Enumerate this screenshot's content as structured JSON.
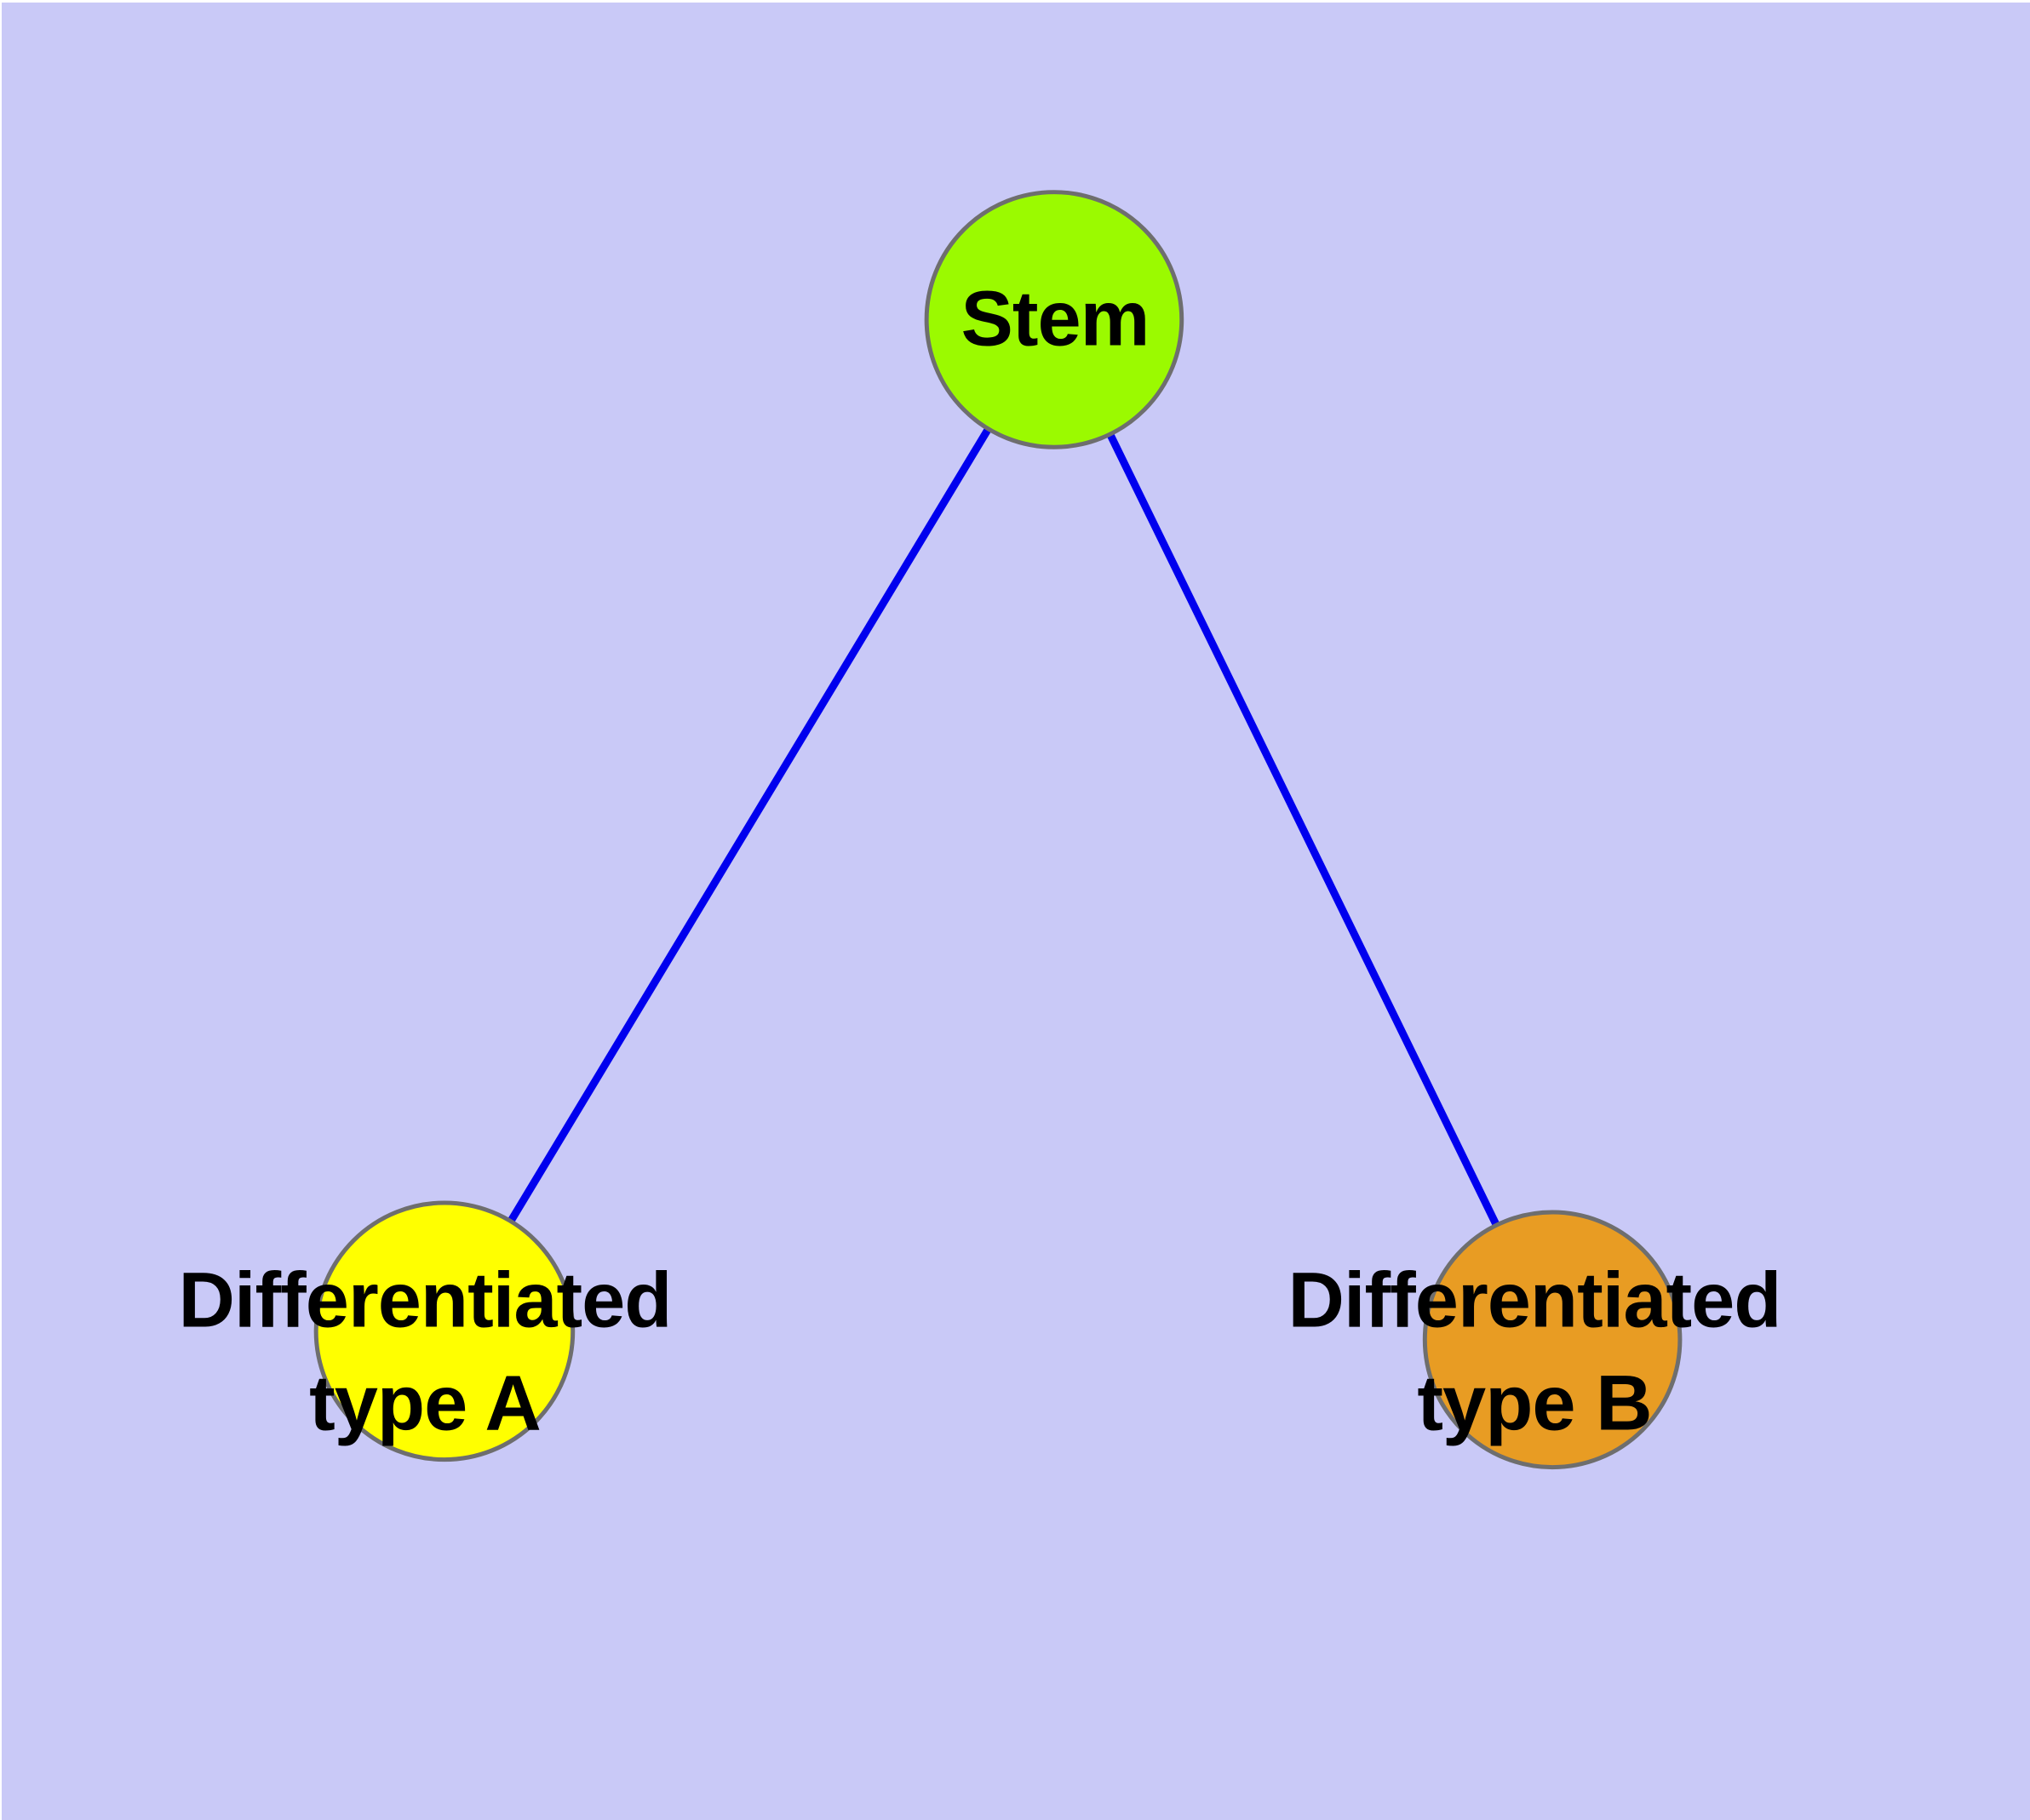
{
  "canvas": {
    "background": "#C9C9F7",
    "frame_color": "#FFFFFF"
  },
  "node_border_color": "#6E6E6E",
  "label_color": "#000000",
  "nodes": [
    {
      "id": "stem",
      "label": "Stem",
      "fill": "#9BFA00"
    },
    {
      "id": "differentiated-type-a",
      "label": "Differentiated\ntype A",
      "fill": "#FFFF00"
    },
    {
      "id": "differentiated-type-b",
      "label": "Differentiated\ntype B",
      "fill": "#E89C23"
    }
  ],
  "edges": [
    {
      "from": "Stem",
      "to": "Differentiated type A",
      "color": "#0000EE"
    },
    {
      "from": "Stem",
      "to": "Differentiated type B",
      "color": "#0000EE"
    }
  ]
}
